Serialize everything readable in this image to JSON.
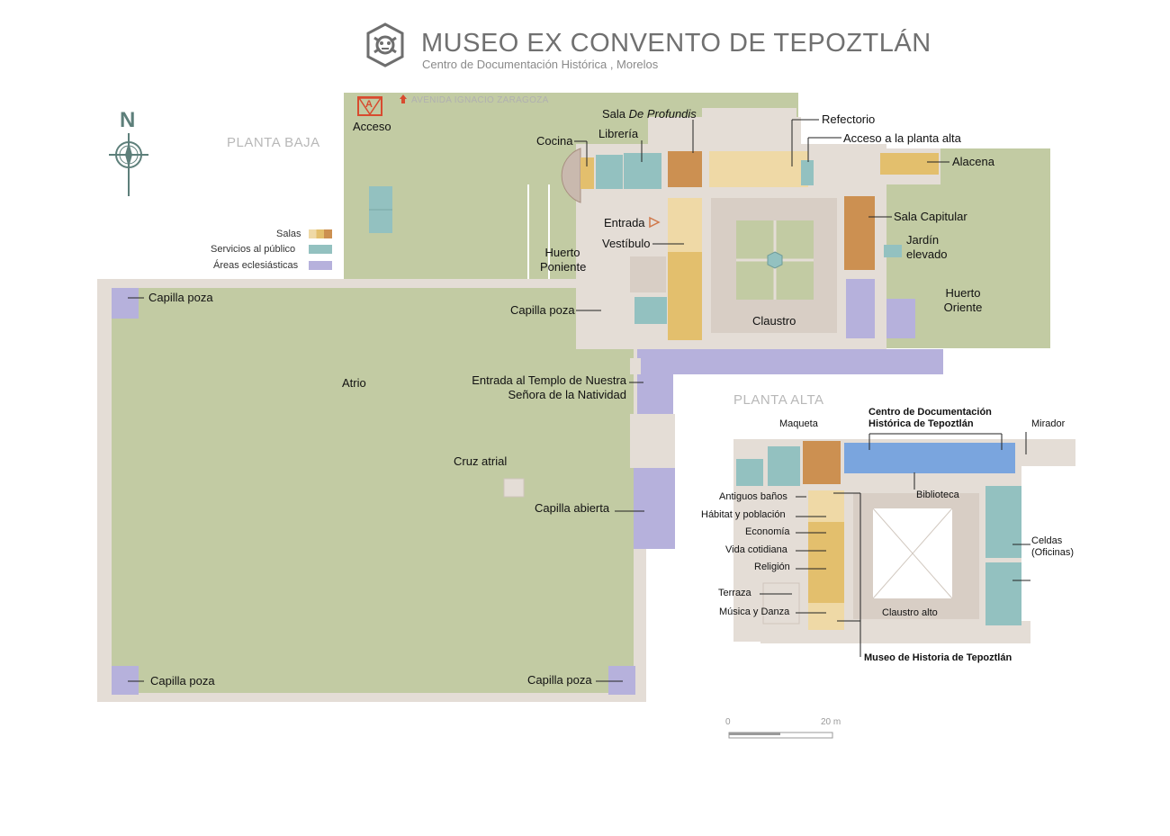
{
  "header": {
    "title": "MUSEO EX CONVENTO DE TEPOZTLÁN",
    "subtitle": "Centro de Documentación Histórica , Morelos"
  },
  "compass": {
    "label": "N"
  },
  "sections": {
    "ground": "PLANTA BAJA",
    "upper": "PLANTA ALTA"
  },
  "street": "AVENIDA IGNACIO ZARAGOZA",
  "access": {
    "icon_letter": "A",
    "label": "Acceso"
  },
  "legend": [
    {
      "label": "Salas",
      "color": "#d9a94f"
    },
    {
      "label": "Servicios al público",
      "color": "#93c1c0"
    },
    {
      "label": "Áreas eclesiásticas",
      "color": "#b6b1dc"
    }
  ],
  "colors": {
    "garden": "#c2cba3",
    "building": "#e4ddd6",
    "wall": "#cfc5bc",
    "sala_light": "#efd9a6",
    "sala_mid": "#e3bf6d",
    "sala_dark": "#cc9051",
    "service": "#93c1c0",
    "eccl": "#b6b1dc",
    "blue": "#7aa5de"
  },
  "ground_labels": {
    "sala_profundis_prefix": "Sala ",
    "sala_profundis_em": "De Profundis",
    "refectorio": "Refectorio",
    "acceso_planta_alta": "Acceso a la planta alta",
    "cocina": "Cocina",
    "libreria": "Librería",
    "alacena": "Alacena",
    "entrada": "Entrada",
    "sala_capitular": "Sala Capitular",
    "vestibulo": "Vestíbulo",
    "huerto_poniente_1": "Huerto",
    "huerto_poniente_2": "Poniente",
    "jardin_1": "Jardín",
    "jardin_2": "elevado",
    "huerto_oriente_1": "Huerto",
    "huerto_oriente_2": "Oriente",
    "capilla_poza_nw": "Capilla poza",
    "capilla_poza_ne": "Capilla poza",
    "capilla_poza_sw": "Capilla poza",
    "capilla_poza_se": "Capilla poza",
    "claustro": "Claustro",
    "atrio": "Atrio",
    "templo_1": "Entrada al Templo de Nuestra",
    "templo_2": "Señora de la Natividad",
    "cruz_atrial": "Cruz atrial",
    "capilla_abierta": "Capilla abierta"
  },
  "upper_labels": {
    "maqueta": "Maqueta",
    "centro_doc_1": "Centro de Documentación",
    "centro_doc_2": "Histórica de Tepoztlán",
    "mirador": "Mirador",
    "antiguos_banos": "Antiguos baños",
    "biblioteca": "Biblioteca",
    "habitat": "Hábitat y población",
    "economia": "Economía",
    "celdas_1": "Celdas",
    "celdas_2": "(Oficinas)",
    "vida": "Vida cotidiana",
    "religion": "Religión",
    "terraza": "Terraza",
    "musica": "Música y Danza",
    "claustro_alto": "Claustro alto",
    "museo_historia": "Museo de Historia de Tepoztlán"
  },
  "scale": {
    "start": "0",
    "end": "20 m"
  }
}
